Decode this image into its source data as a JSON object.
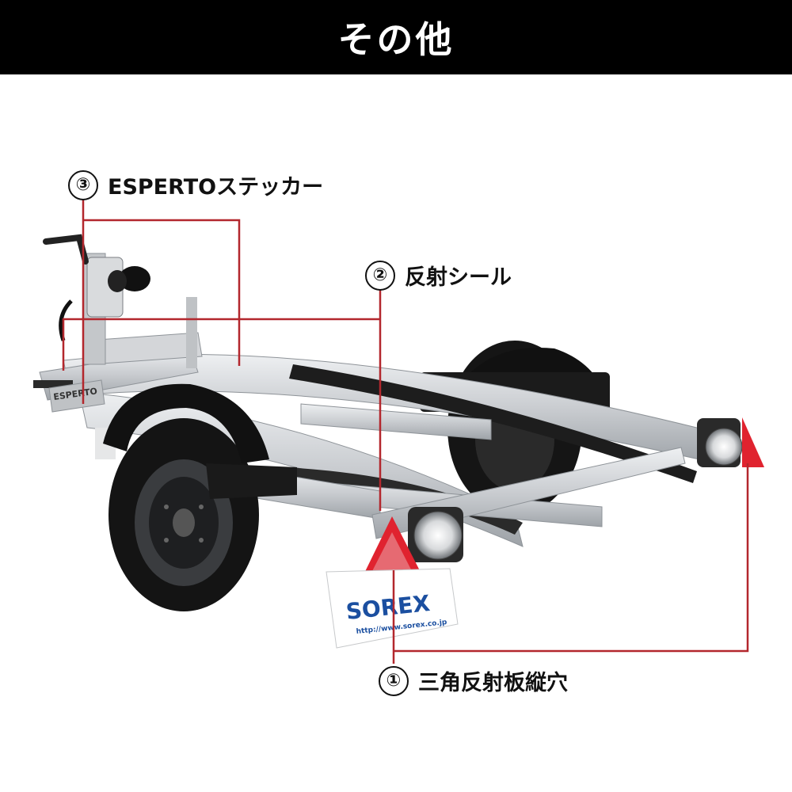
{
  "header": {
    "title": "その他"
  },
  "callouts": [
    {
      "number": "①",
      "label": "三角反射板縦穴"
    },
    {
      "number": "②",
      "label": "反射シール"
    },
    {
      "number": "③",
      "label": "ESPERTOステッカー"
    }
  ],
  "plate": {
    "brand": "SOREX",
    "url": "http://www.sorex.co.jp"
  },
  "sticker": {
    "text": "ESPERTO"
  },
  "colors": {
    "header_bg": "#000000",
    "leader_line": "#b3272d",
    "reflector": "#e0232f",
    "galvanized": "#c9ccd0"
  }
}
